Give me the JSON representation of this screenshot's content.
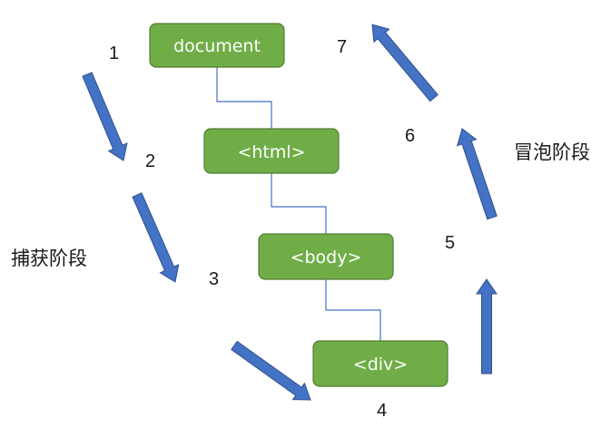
{
  "nodes": {
    "document": "document",
    "html": "<html>",
    "body": "<body>",
    "div": "<div>"
  },
  "steps": [
    "1",
    "2",
    "3",
    "4",
    "5",
    "6",
    "7"
  ],
  "phases": {
    "capture": "捕获阶段",
    "bubble": "冒泡阶段"
  },
  "colors": {
    "node_fill": "#70ad47",
    "node_stroke": "#507e32",
    "connector": "#4472c4",
    "arrow_fill": "#4472c4",
    "arrow_stroke": "#2f528f"
  }
}
